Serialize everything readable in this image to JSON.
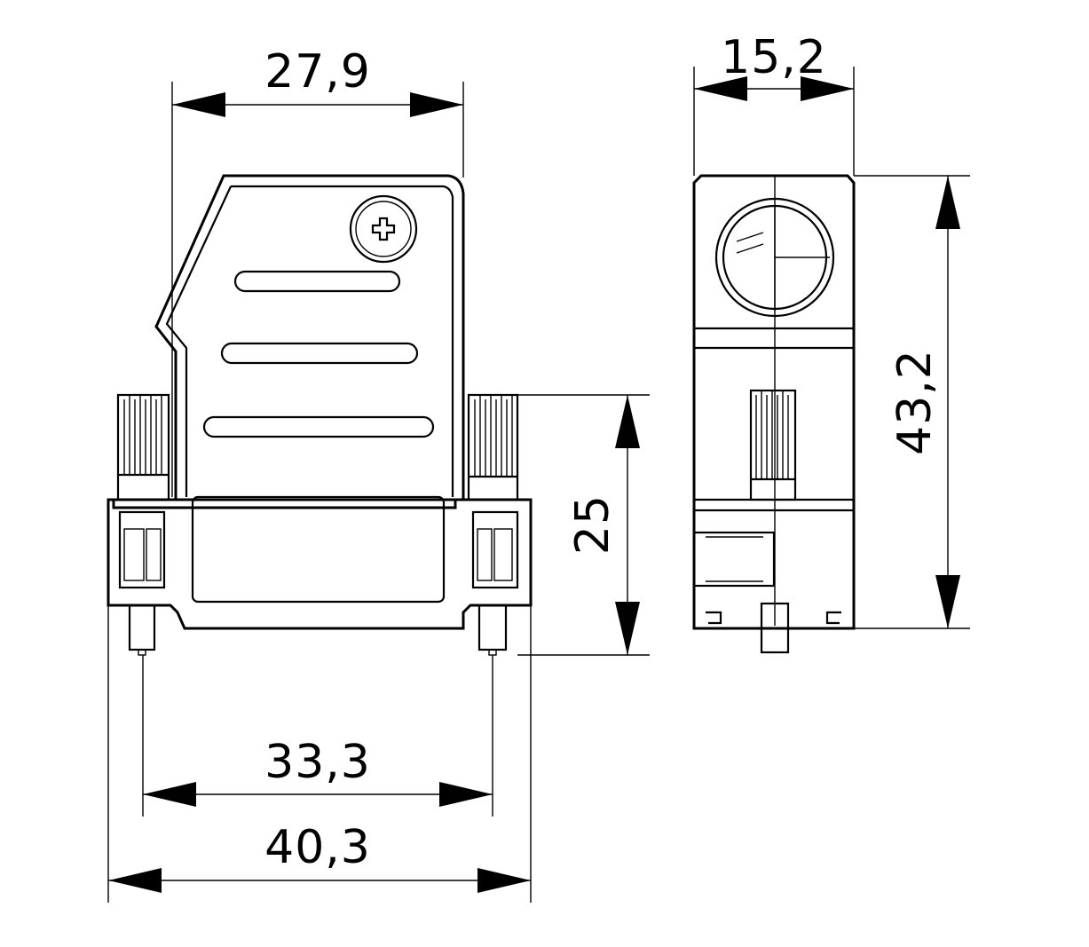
{
  "dimensions": {
    "top_width": "27,9",
    "side_width": "15,2",
    "height_total": "43,2",
    "height_body": "25",
    "screw_spacing": "33,3",
    "flange_width": "40,3"
  },
  "colors": {
    "line": "#000000",
    "background": "#ffffff"
  }
}
